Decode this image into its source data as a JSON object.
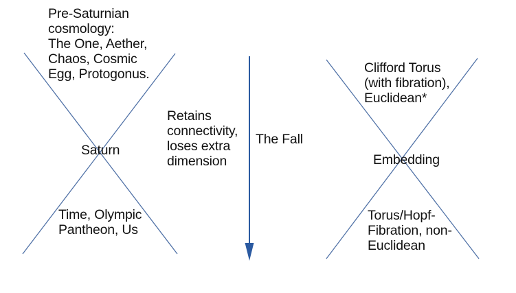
{
  "colors": {
    "background": "#ffffff",
    "cone_line": "#4d6fa5",
    "arrow": "#2b5aa1",
    "text": "#111111"
  },
  "left_cone": {
    "top_label": "Pre-Saturnian\ncosmology:\nThe One, Aether,\nChaos, Cosmic\nEgg, Protogonus.",
    "center_label": "Saturn",
    "bottom_label": "Time, Olympic\nPantheon, Us"
  },
  "transition": {
    "note": "Retains\nconnectivity,\nloses extra\ndimension",
    "arrow_label": "The Fall"
  },
  "right_cone": {
    "top_label": "Clifford Torus\n(with fibration),\nEuclidean*",
    "center_label": "Embedding",
    "bottom_label": "Torus/Hopf-\nFibration, non-\nEuclidean"
  }
}
